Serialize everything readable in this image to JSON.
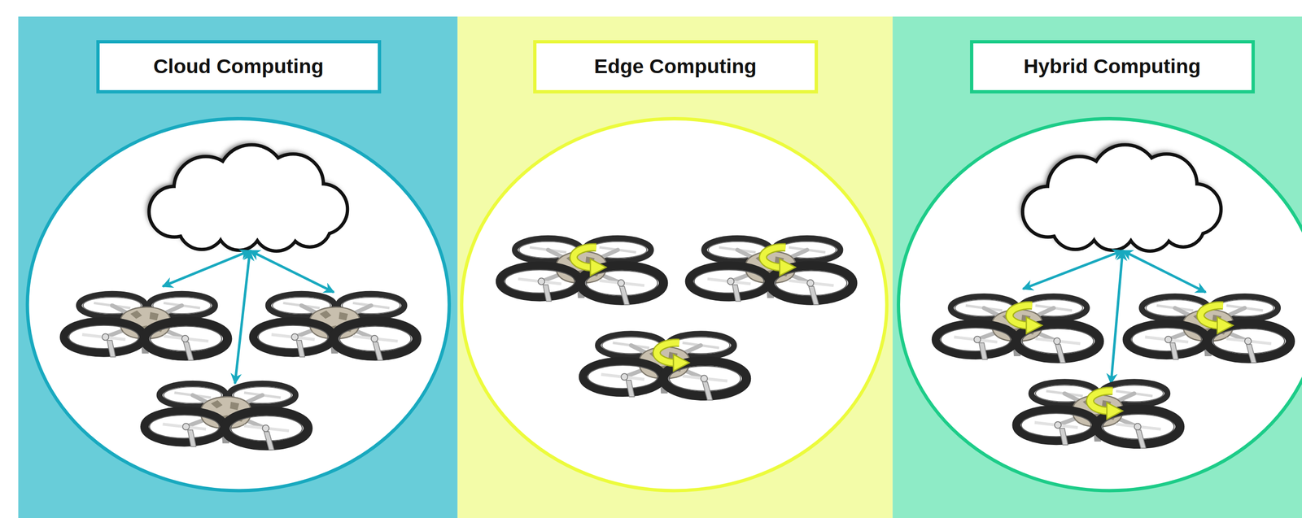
{
  "diagram": {
    "nodes": [
      {
        "text": [
          "Cloud Computing"
        ]
      },
      {
        "text": [
          "Edge Computing"
        ]
      },
      {
        "text": [
          "Hybrid Computing"
        ]
      }
    ]
  }
}
